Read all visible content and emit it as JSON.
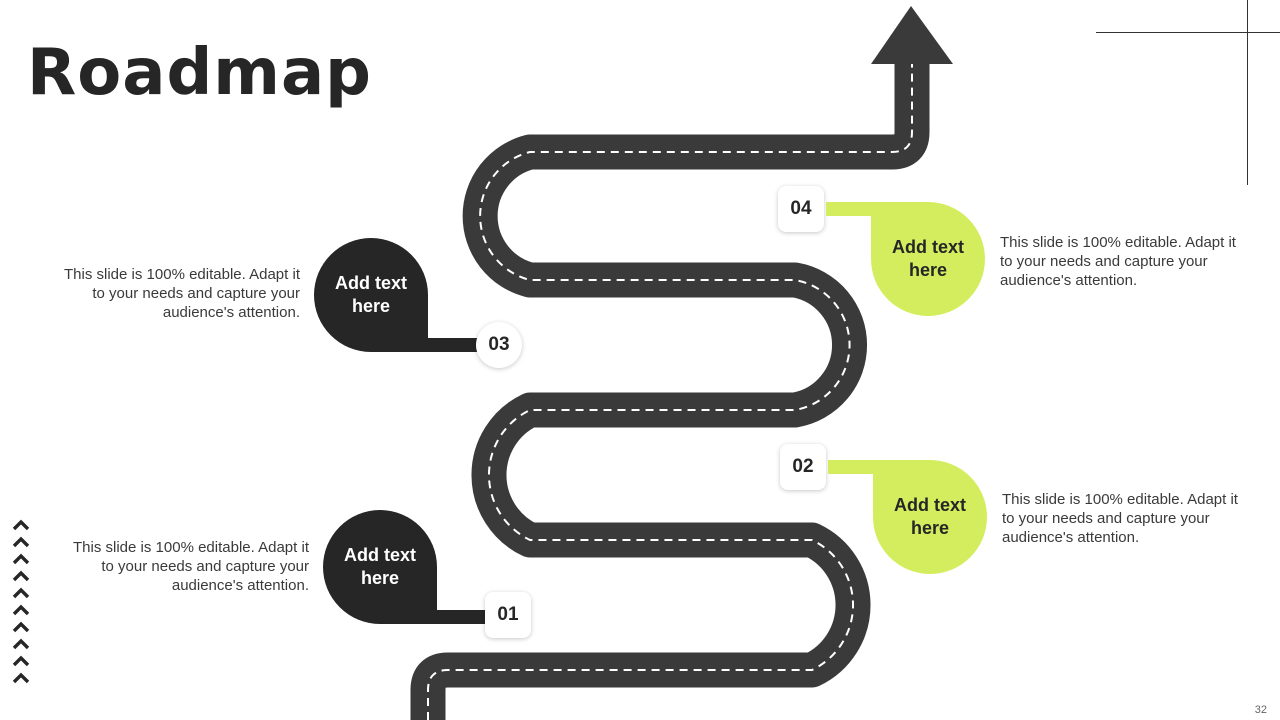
{
  "slide": {
    "title": "Roadmap",
    "page_number": "32"
  },
  "milestones": [
    {
      "number": "01",
      "pin_label": "Add text here",
      "description": "This slide is 100% editable. Adapt it to your needs and capture your audience's attention."
    },
    {
      "number": "02",
      "pin_label": "Add text here",
      "description": "This slide is 100% editable. Adapt it to your needs and capture your audience's attention."
    },
    {
      "number": "03",
      "pin_label": "Add text here",
      "description": "This slide is 100% editable. Adapt it to your needs and capture your audience's attention."
    },
    {
      "number": "04",
      "pin_label": "Add text here",
      "description": "This slide is 100% editable. Adapt it to your needs and capture your audience's attention."
    }
  ],
  "colors": {
    "road": "#3a3a3a",
    "dark_pin": "#262626",
    "accent_green": "#d4ed5e"
  }
}
